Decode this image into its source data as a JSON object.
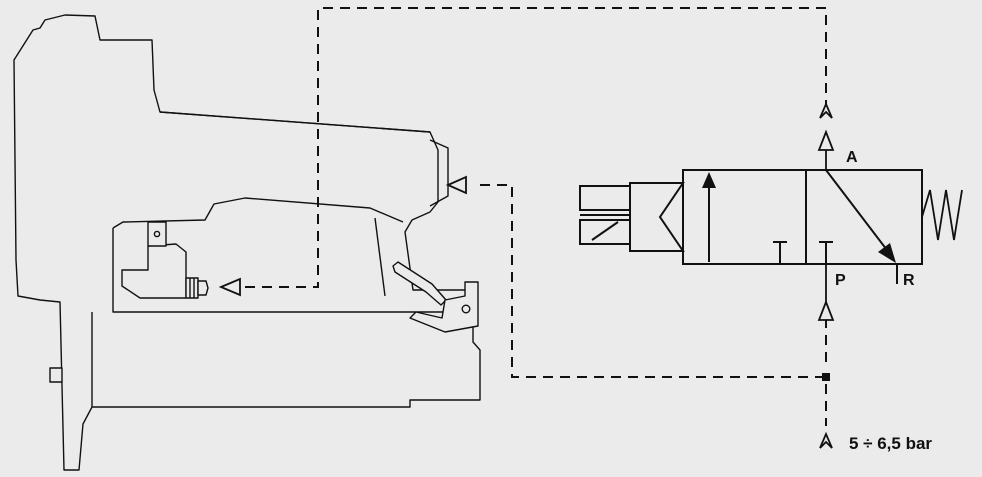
{
  "diagram": {
    "colors": {
      "background": "#ebebeb",
      "line": "#111111"
    },
    "ports": {
      "a": "A",
      "p": "P",
      "r": "R"
    },
    "supply": {
      "pressure": "5 ÷ 6,5 bar"
    },
    "components": {
      "tool": "pneumatic-nailer-icon",
      "valve": "3-2-way-valve-symbol",
      "spring": "spring-icon",
      "solenoid": "solenoid-actuator-icon",
      "quick_coupling": "quick-coupling-icon"
    }
  }
}
